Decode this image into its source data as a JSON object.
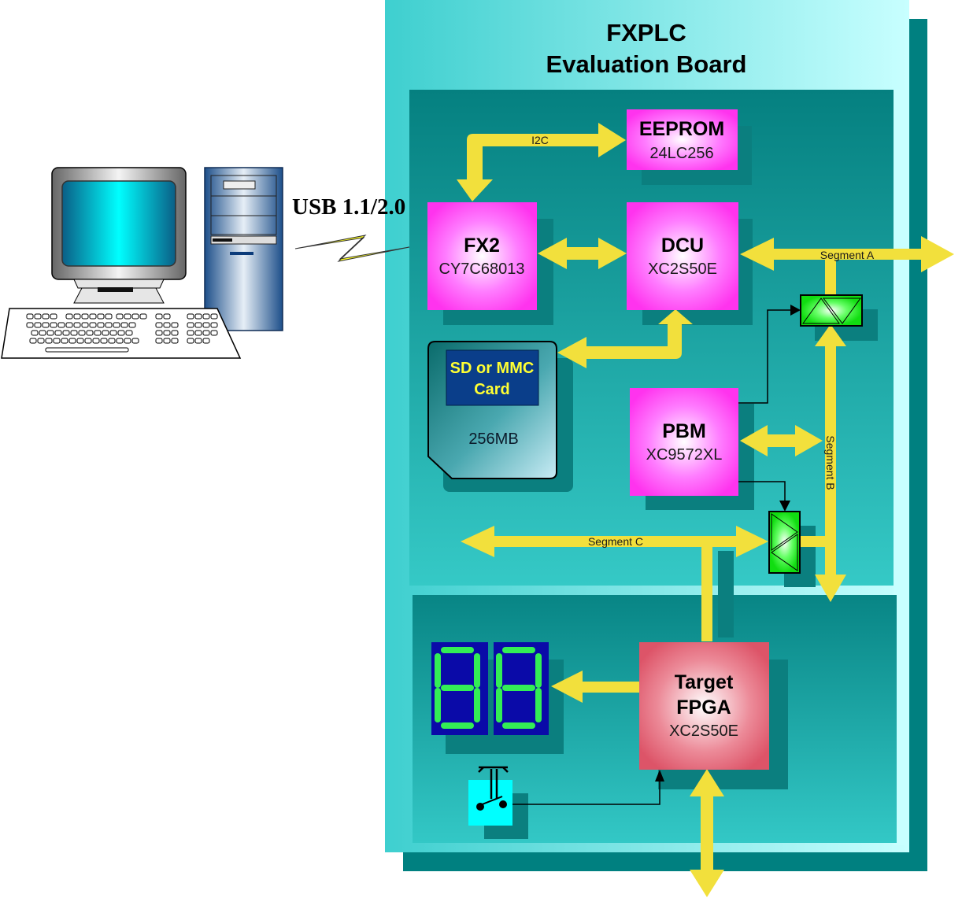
{
  "board": {
    "title_line1": "FXPLC",
    "title_line2": "Evaluation Board"
  },
  "host": {
    "link_label": "USB 1.1/2.0"
  },
  "chips": {
    "eeprom": {
      "name": "EEPROM",
      "part": "24LC256"
    },
    "fx2": {
      "name": "FX2",
      "part": "CY7C68013"
    },
    "dcu": {
      "name": "DCU",
      "part": "XC2S50E"
    },
    "pbm": {
      "name": "PBM",
      "part": "XC9572XL"
    },
    "target": {
      "name_line1": "Target",
      "name_line2": "FPGA",
      "part": "XC2S50E"
    }
  },
  "sd_card": {
    "title_line1": "SD or MMC",
    "title_line2": "Card",
    "capacity": "256MB"
  },
  "buses": {
    "i2c": "I2C",
    "segment_a": "Segment A",
    "segment_b": "Segment B",
    "segment_c": "Segment C"
  },
  "seven_segment": {
    "digits": [
      "8",
      "8"
    ]
  },
  "colors": {
    "board_outer": "#48d1d1",
    "board_light": "#c8ffff",
    "panel_dark": "#008080",
    "panel_mid": "#20b2aa",
    "chip_magenta": "#ff33ff",
    "chip_target": "#e05a6e",
    "bus_yellow": "#f2e03c",
    "buffer_green": "#22ee22",
    "display_blue": "#0000aa",
    "segment_green": "#33ee55",
    "switch_cyan": "#00ffff"
  }
}
